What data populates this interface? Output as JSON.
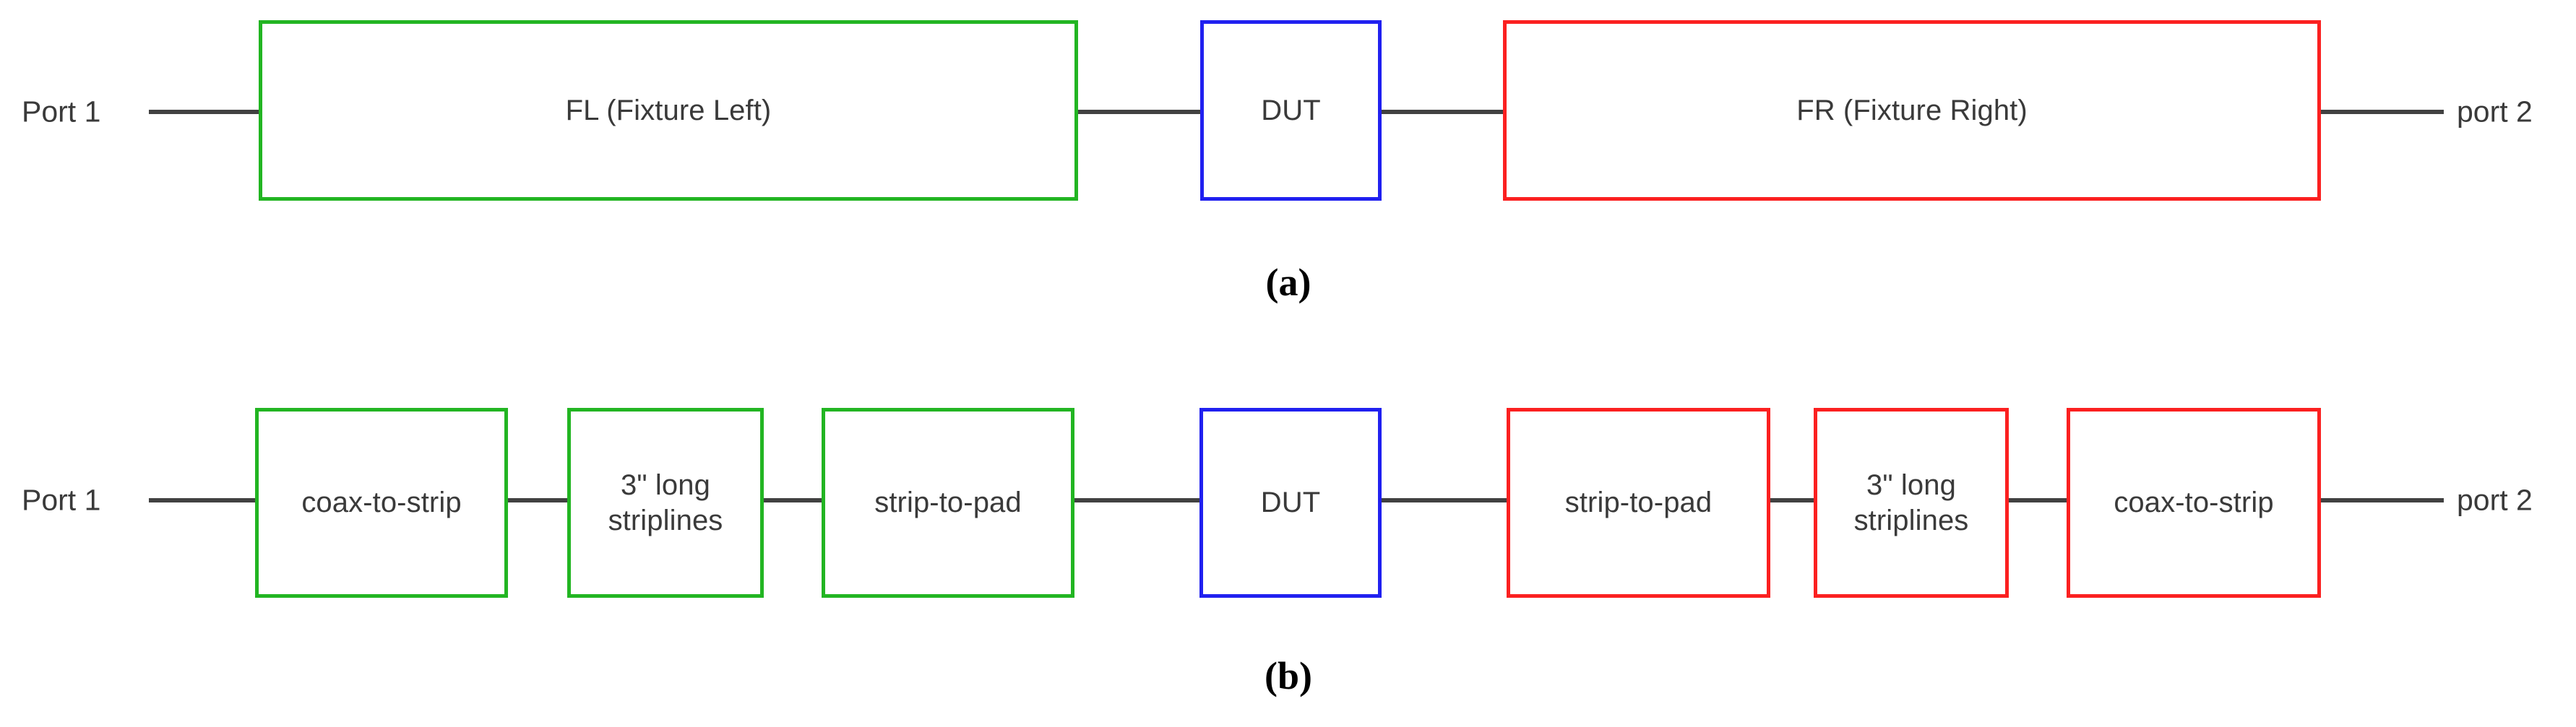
{
  "figure": {
    "caption_a": "(a)",
    "caption_b": "(b)",
    "colors": {
      "fixture_left": "#22b522",
      "fixture_right": "#fb2020",
      "dut": "#2020f0",
      "wire": "#414141",
      "text": "#3a3a3a",
      "background": "#ffffff"
    }
  },
  "diagram_a": {
    "port_left": "Port 1",
    "port_right": "port 2",
    "blocks": [
      {
        "label": "FL (Fixture Left)",
        "color": "green"
      },
      {
        "label": "DUT",
        "color": "blue"
      },
      {
        "label": "FR (Fixture Right)",
        "color": "red"
      }
    ]
  },
  "diagram_b": {
    "port_left": "Port 1",
    "port_right": "port 2",
    "blocks": [
      {
        "label": "coax-to-strip",
        "color": "green"
      },
      {
        "label": "3\" long\nstriplines",
        "color": "green"
      },
      {
        "label": "strip-to-pad",
        "color": "green"
      },
      {
        "label": "DUT",
        "color": "blue"
      },
      {
        "label": "strip-to-pad",
        "color": "red"
      },
      {
        "label": "3\" long\nstriplines",
        "color": "red"
      },
      {
        "label": "coax-to-strip",
        "color": "red"
      }
    ]
  }
}
